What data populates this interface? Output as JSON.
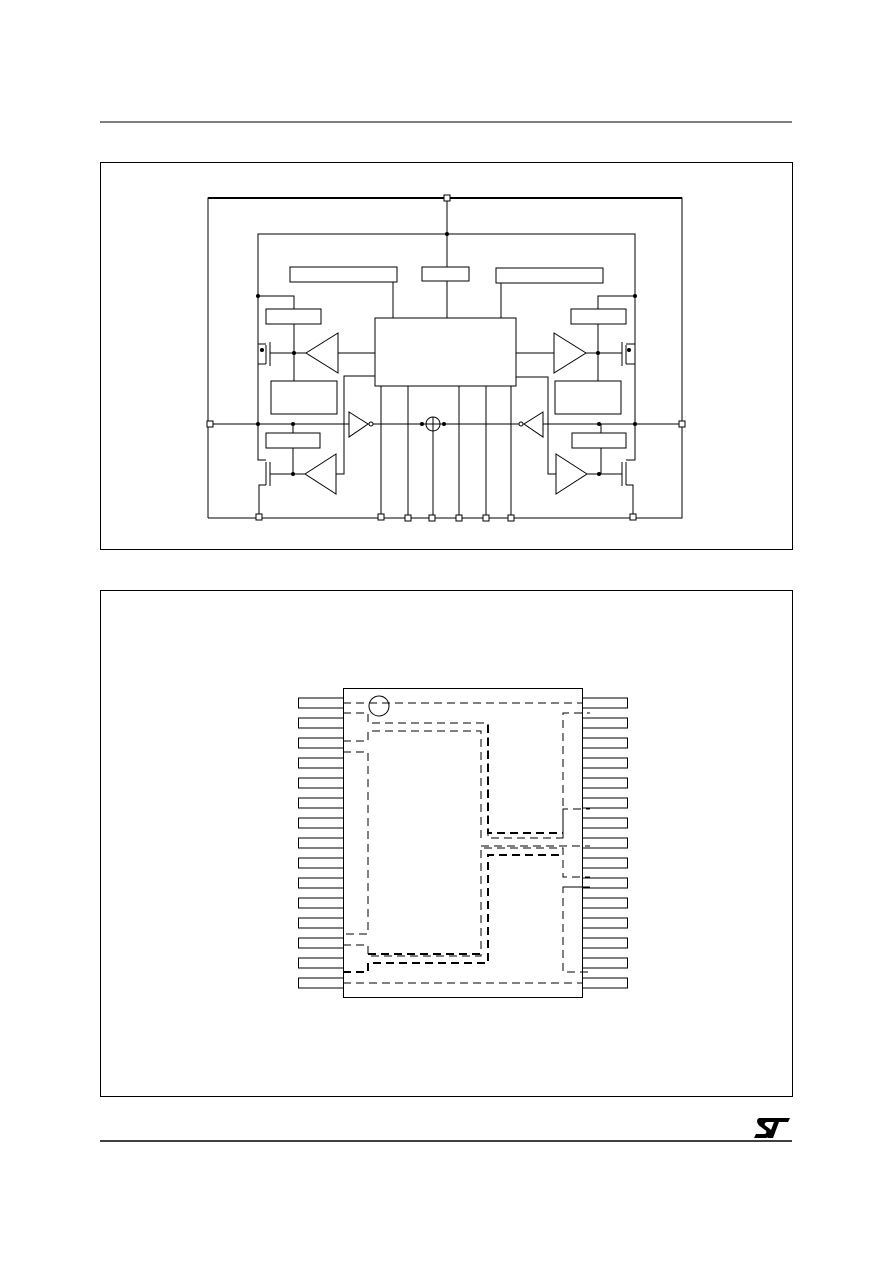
{
  "logo": {
    "text": "ST",
    "color": "#000000"
  },
  "figures": [
    {
      "kind": "block-diagram"
    },
    {
      "kind": "package-pinout",
      "pins_per_side": 15
    }
  ]
}
